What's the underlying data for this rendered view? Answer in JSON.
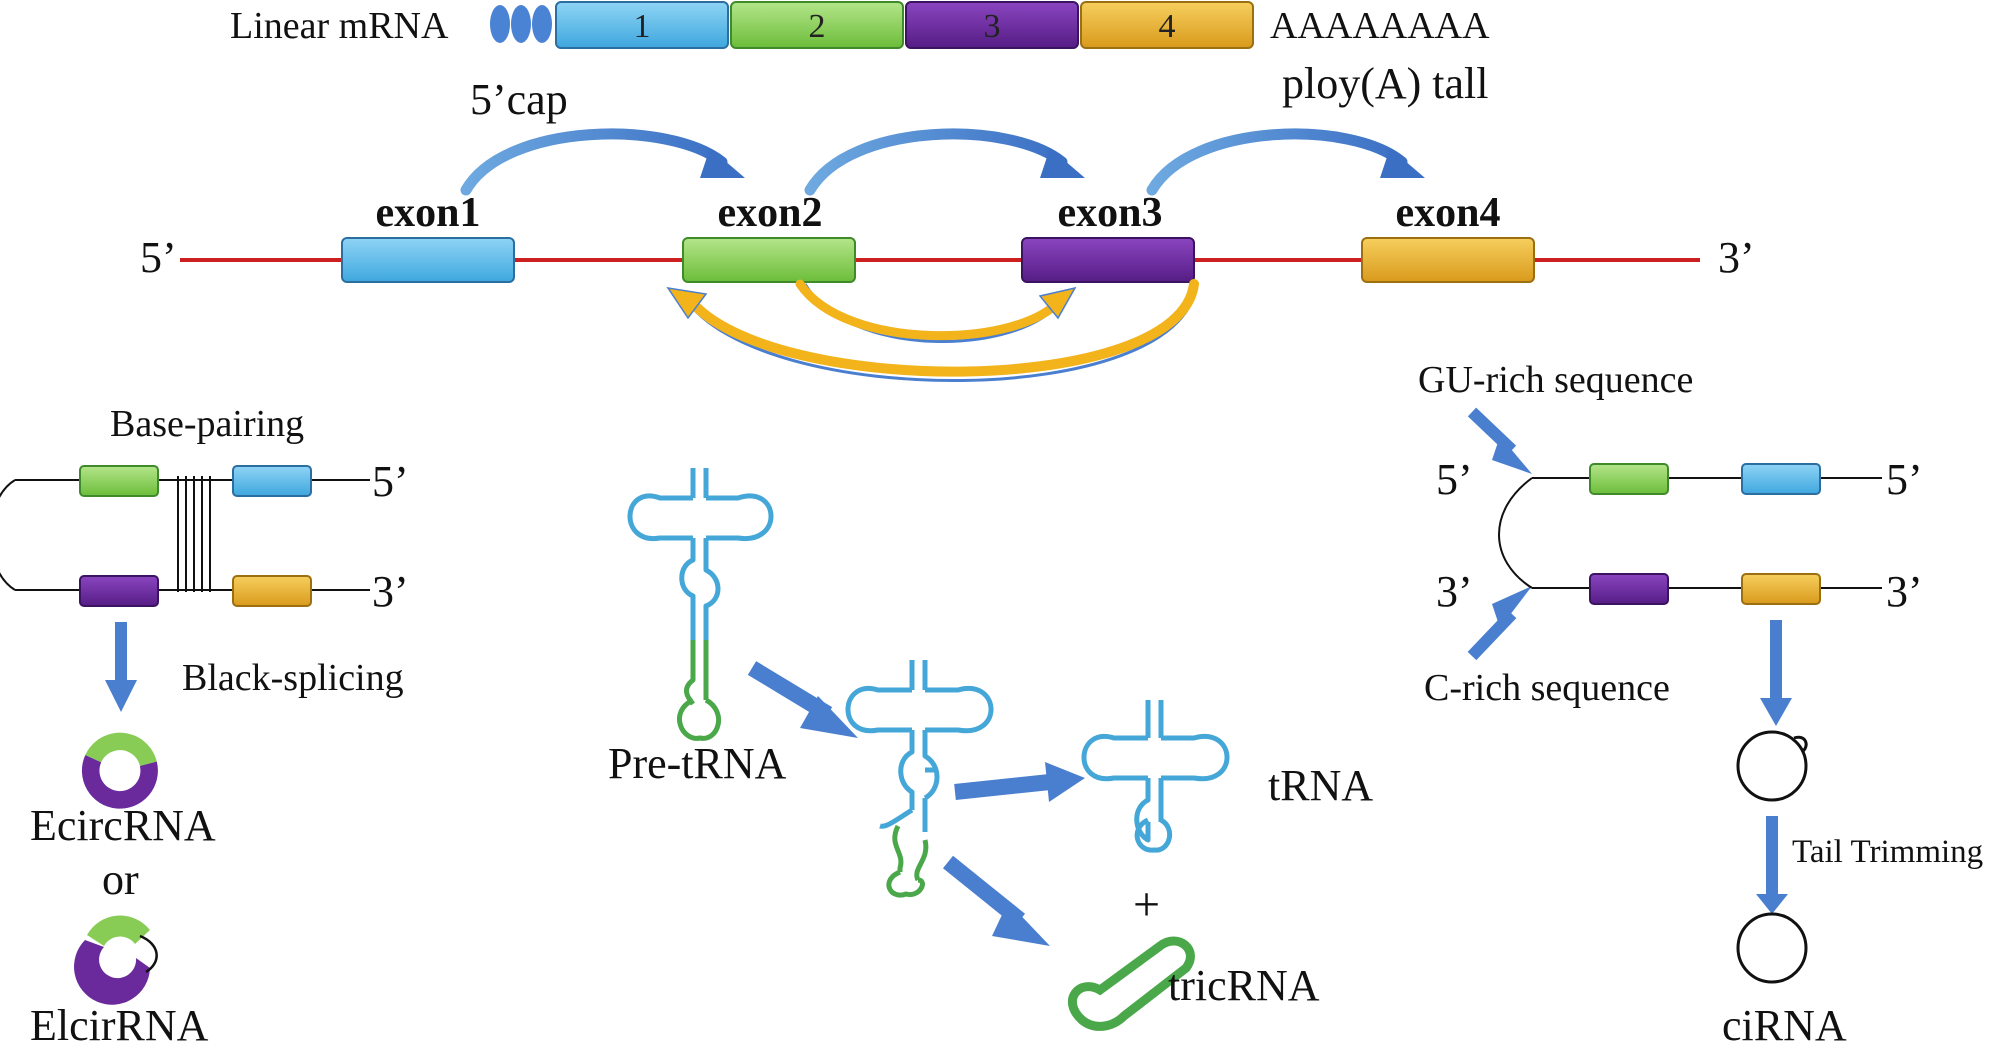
{
  "colors": {
    "exon1": "#5bb8e6",
    "exon2": "#88cc55",
    "exon3": "#6a2a9c",
    "exon4": "#e3aa2a",
    "intron_line": "#cc1f1f",
    "arrow_blue": "#4a7fd0",
    "arrow_gold": "#f2b31b",
    "trna_blue": "#45a7d8",
    "trna_green": "#4aa84a"
  },
  "linear_mrna": {
    "title": "Linear mRNA",
    "segments": [
      "1",
      "2",
      "3",
      "4"
    ],
    "poly_a": "AAAAAAAA",
    "poly_a_label": "ploy(A) tall",
    "cap_label": "5’cap"
  },
  "gene": {
    "five_prime": "5’",
    "three_prime": "3’",
    "exons": [
      "exon1",
      "exon2",
      "exon3",
      "exon4"
    ]
  },
  "left_panel": {
    "base_pairing": "Base-pairing",
    "five_prime": "5’",
    "three_prime": "3’",
    "back_splicing": "Black-splicing",
    "ecircrna": "EcircRNA",
    "or": "or",
    "elcirna": "ElcirRNA"
  },
  "middle_panel": {
    "pre_trna": "Pre-tRNA",
    "trna": "tRNA",
    "plus": "+",
    "tricrna": "tricRNA"
  },
  "right_panel": {
    "gu_rich": "GU-rich sequence",
    "c_rich": "C-rich sequence",
    "five_prime_left": "5’",
    "three_prime_left": "3’",
    "five_prime_right": "5’",
    "three_prime_right": "3’",
    "tail_trimming": "Tail Trimming",
    "cirna": "ciRNA"
  }
}
